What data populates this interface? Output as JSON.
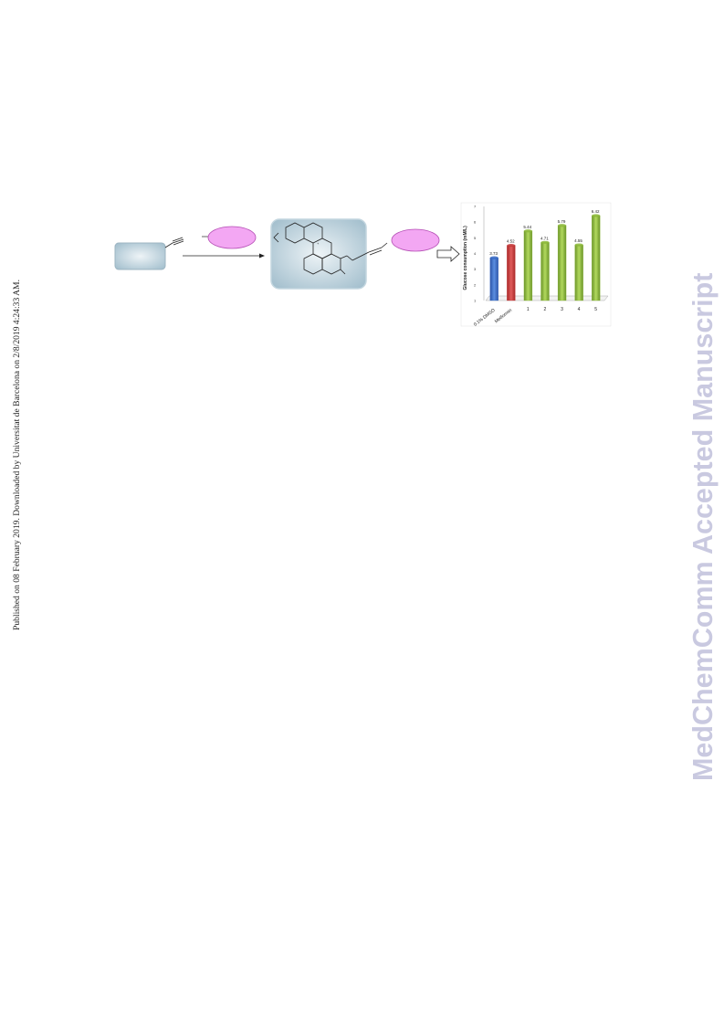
{
  "side_note": "Published on 08 February 2019. Downloaded by Universitat de Barcelona on 2/8/2019 4:24:33 AM.",
  "watermark": "MedChemComm Accepted Manuscript",
  "chart_data": {
    "type": "bar",
    "title": "",
    "xlabel": "",
    "ylabel": "Glucose consumption (mM/L)",
    "ylim": [
      1,
      7
    ],
    "yticks": [
      "1",
      "2",
      "3",
      "4",
      "5",
      "6",
      "7"
    ],
    "categories": [
      "0.1% DMSO",
      "Metformin",
      "1",
      "2",
      "3",
      "4",
      "5"
    ],
    "values": [
      3.73,
      4.52,
      5.44,
      4.71,
      5.79,
      4.55,
      6.42
    ],
    "value_labels": [
      "3.73",
      "4.52",
      "5.44",
      "4.71",
      "5.79",
      "4.55",
      "6.42"
    ],
    "colors": [
      "#3a6bc4",
      "#c43a3a",
      "#8cb83a",
      "#8cb83a",
      "#8cb83a",
      "#8cb83a",
      "#8cb83a"
    ],
    "grid": false,
    "legend": "none"
  },
  "colors": {
    "node_fill": "#b7ccd6",
    "label_ellipse_fill": "#f3a7f3",
    "watermark": "#c9c9e0"
  }
}
